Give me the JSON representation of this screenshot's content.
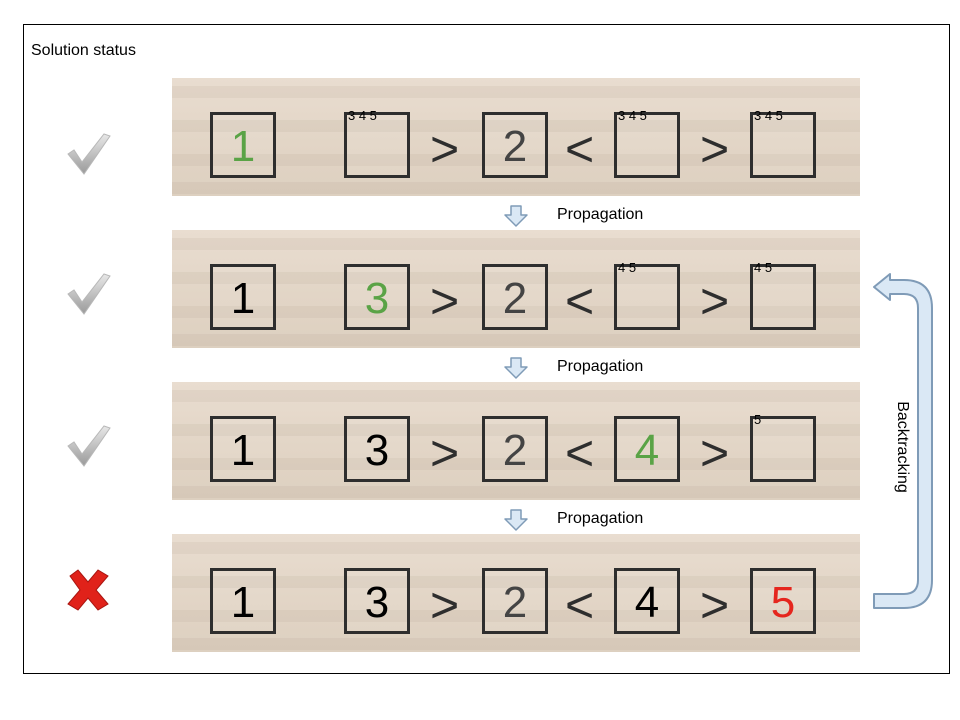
{
  "title": "Solution status",
  "colors": {
    "assigned": "#5aa346",
    "conflict": "#e5261e",
    "normal": "#000000",
    "arrow_fill": "#dae8f5",
    "arrow_stroke": "#7f9bb7"
  },
  "rows": [
    {
      "status": "check",
      "cells": [
        {
          "value": "1",
          "color": "assigned",
          "cand": ""
        },
        {
          "value": "",
          "color": "normal",
          "cand": "3 4 5"
        },
        {
          "value": "2",
          "color": "normal",
          "cand": "",
          "printed": true
        },
        {
          "value": "",
          "color": "normal",
          "cand": "3 4 5"
        },
        {
          "value": "",
          "color": "normal",
          "cand": "3 4 5"
        }
      ],
      "ops": [
        ">",
        "<",
        ">"
      ]
    },
    {
      "status": "check",
      "cells": [
        {
          "value": "1",
          "color": "normal",
          "cand": ""
        },
        {
          "value": "3",
          "color": "assigned",
          "cand": ""
        },
        {
          "value": "2",
          "color": "normal",
          "cand": "",
          "printed": true
        },
        {
          "value": "",
          "color": "normal",
          "cand": "4 5"
        },
        {
          "value": "",
          "color": "normal",
          "cand": "4 5"
        }
      ],
      "ops": [
        ">",
        "<",
        ">"
      ]
    },
    {
      "status": "check",
      "cells": [
        {
          "value": "1",
          "color": "normal",
          "cand": ""
        },
        {
          "value": "3",
          "color": "normal",
          "cand": ""
        },
        {
          "value": "2",
          "color": "normal",
          "cand": "",
          "printed": true
        },
        {
          "value": "4",
          "color": "assigned",
          "cand": ""
        },
        {
          "value": "",
          "color": "normal",
          "cand": "5"
        }
      ],
      "ops": [
        ">",
        "<",
        ">"
      ]
    },
    {
      "status": "cross",
      "cells": [
        {
          "value": "1",
          "color": "normal",
          "cand": ""
        },
        {
          "value": "3",
          "color": "normal",
          "cand": ""
        },
        {
          "value": "2",
          "color": "normal",
          "cand": "",
          "printed": true
        },
        {
          "value": "4",
          "color": "normal",
          "cand": ""
        },
        {
          "value": "5",
          "color": "conflict",
          "cand": ""
        }
      ],
      "ops": [
        ">",
        "<",
        ">"
      ]
    }
  ],
  "propagation": [
    "Propagation",
    "Propagation",
    "Propagation"
  ],
  "backtracking": "Backtracking",
  "icons": {
    "check": "check-icon",
    "cross": "cross-icon",
    "down": "down-arrow-icon",
    "back": "backtrack-arrow-icon"
  }
}
